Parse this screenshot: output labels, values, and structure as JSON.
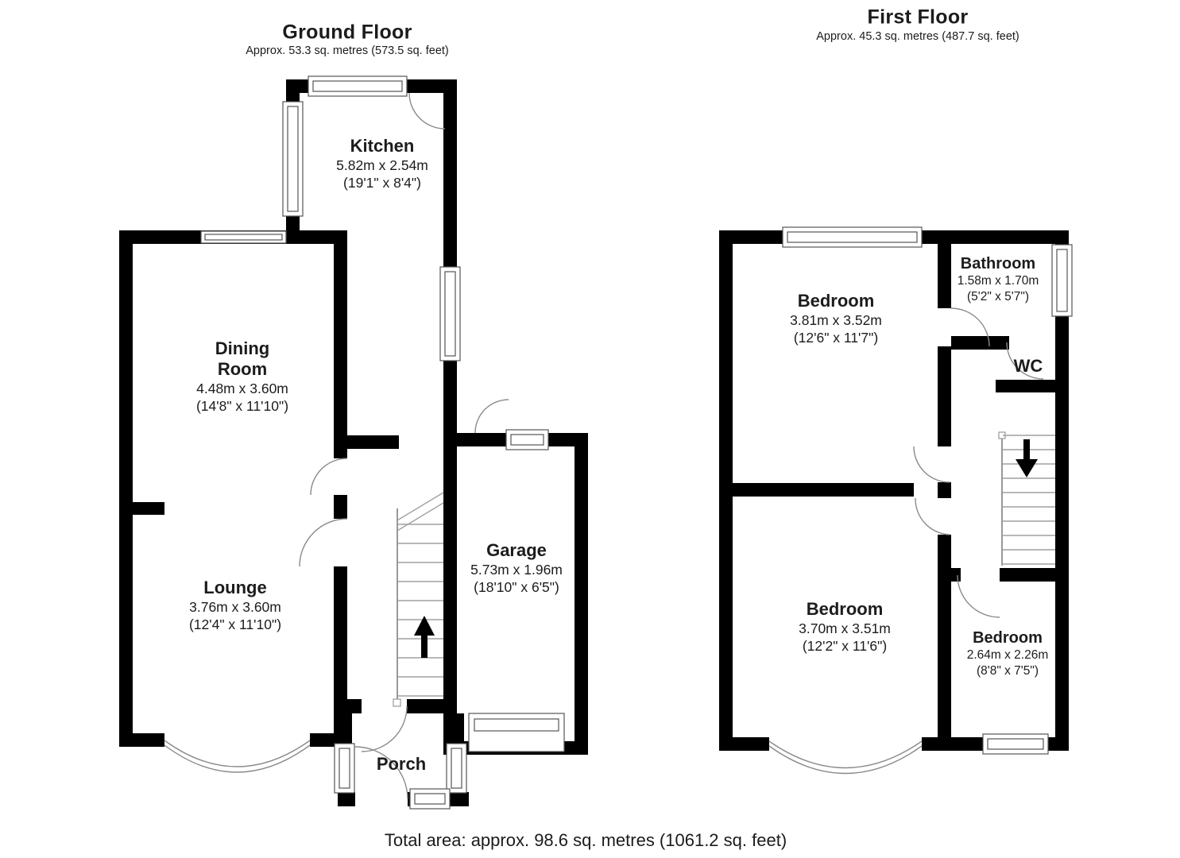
{
  "ground_floor": {
    "title": "Ground Floor",
    "subtitle": "Approx. 53.3 sq. metres (573.5 sq. feet)",
    "rooms": {
      "kitchen": {
        "name": "Kitchen",
        "metric": "5.82m x 2.54m",
        "imperial": "(19'1\" x 8'4\")"
      },
      "dining": {
        "name": "Dining Room",
        "metric": "4.48m x 3.60m",
        "imperial": "(14'8\" x 11'10\")"
      },
      "lounge": {
        "name": "Lounge",
        "metric": "3.76m x 3.60m",
        "imperial": "(12'4\" x 11'10\")"
      },
      "garage": {
        "name": "Garage",
        "metric": "5.73m x 1.96m",
        "imperial": "(18'10\" x 6'5\")"
      },
      "porch": {
        "name": "Porch"
      }
    }
  },
  "first_floor": {
    "title": "First Floor",
    "subtitle": "Approx. 45.3 sq. metres (487.7 sq. feet)",
    "rooms": {
      "bedroom1": {
        "name": "Bedroom",
        "metric": "3.81m x 3.52m",
        "imperial": "(12'6\" x 11'7\")"
      },
      "bathroom": {
        "name": "Bathroom",
        "metric": "1.58m x 1.70m",
        "imperial": "(5'2\" x 5'7\")"
      },
      "wc": {
        "name": "WC"
      },
      "bedroom2": {
        "name": "Bedroom",
        "metric": "3.70m x 3.51m",
        "imperial": "(12'2\" x 11'6\")"
      },
      "bedroom3": {
        "name": "Bedroom",
        "metric": "2.64m x 2.26m",
        "imperial": "(8'8\" x 7'5\")"
      }
    }
  },
  "footer": {
    "total_area": "Total area: approx. 98.6 sq. metres (1061.2 sq. feet)"
  },
  "colors": {
    "wall": "#000000",
    "background": "#ffffff",
    "thin_line": "#888888",
    "text": "#1c1c1c"
  }
}
